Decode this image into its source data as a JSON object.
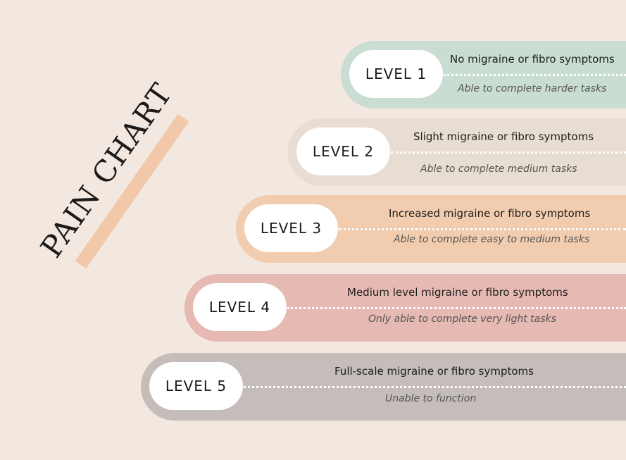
{
  "title": "PAIN CHART",
  "levels": [
    {
      "label": "LEVEL 1",
      "symptom": "No migraine or fibro symptoms",
      "ability": "Able to complete harder tasks",
      "color": "#c9ddd3"
    },
    {
      "label": "LEVEL 2",
      "symptom": "Slight migraine or fibro symptoms",
      "ability": "Able to complete medium tasks",
      "color": "#e7ddd2"
    },
    {
      "label": "LEVEL 3",
      "symptom": "Increased migraine or fibro symptoms",
      "ability": "Able to complete easy to medium tasks",
      "color": "#f1ccae"
    },
    {
      "label": "LEVEL 4",
      "symptom": "Medium level migraine or fibro symptoms",
      "ability": "Only able to complete very light tasks",
      "color": "#e6b9b2"
    },
    {
      "label": "LEVEL 5",
      "symptom": "Full-scale migraine or fibro symptoms",
      "ability": "Unable to function",
      "color": "#c4bdb9"
    }
  ]
}
